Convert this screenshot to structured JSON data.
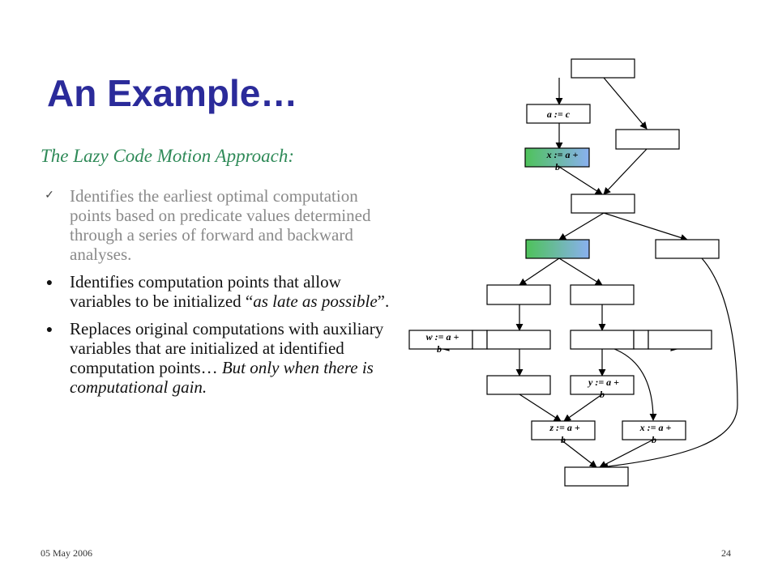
{
  "slide": {
    "title": "An Example…",
    "subtitle": "The Lazy Code Motion Approach:",
    "bullets": [
      {
        "marker": "check-icon",
        "faded": true,
        "text": "Identifies the earliest optimal computation points based on predicate values determined through a series of forward and backward analyses."
      },
      {
        "marker": "bullet-dot-icon",
        "faded": false,
        "text_before": "Identifies computation points that allow variables to be initialized “",
        "text_italic": "as late as possible",
        "text_after": "”."
      },
      {
        "marker": "bullet-dot-icon",
        "faded": false,
        "text_before": "Replaces original computations with auxiliary variables that are initialized at identified computation points… ",
        "text_italic": "But only when there is computational gain.",
        "text_after": ""
      }
    ],
    "footer_date": "05 May 2006",
    "page_number": "24"
  },
  "diagram": {
    "colors": {
      "gradient_start": "#4ec25a",
      "gradient_end": "#8ab0f0",
      "stroke": "#000000"
    },
    "nodes": {
      "a_assign": [
        "a := c"
      ],
      "x_assign_top": [
        "x := a +",
        "b"
      ],
      "w_assign": [
        "w := a +",
        "b"
      ],
      "y_assign": [
        "y := a +",
        "b"
      ],
      "z_assign": [
        "z := a +",
        "b"
      ],
      "x_assign_bottom": [
        "x := a +",
        "b"
      ]
    }
  }
}
